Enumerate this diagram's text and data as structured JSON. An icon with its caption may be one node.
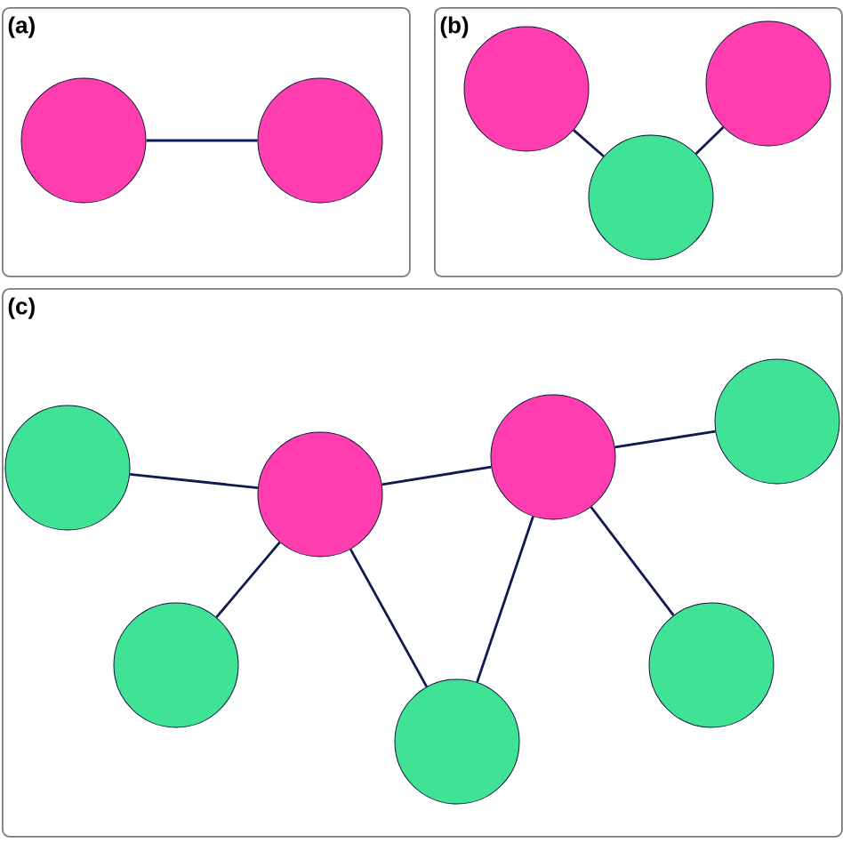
{
  "diagram": {
    "nodes": [
      {
        "text": [
          "(a)"
        ]
      },
      {
        "text": [],
        "shape": "circle",
        "in": 0
      },
      {
        "text": [],
        "shape": "circle",
        "in": 0
      },
      {
        "text": [
          "(b)"
        ]
      },
      {
        "text": [],
        "shape": "circle",
        "in": 3
      },
      {
        "text": [],
        "shape": "circle",
        "in": 3
      },
      {
        "text": [],
        "shape": "circle",
        "in": 3
      },
      {
        "text": [
          "(c)"
        ]
      },
      {
        "text": [],
        "shape": "circle",
        "in": 7
      },
      {
        "text": [],
        "shape": "circle",
        "in": 7
      },
      {
        "text": [],
        "shape": "circle",
        "in": 7
      },
      {
        "text": [],
        "shape": "circle",
        "in": 7
      },
      {
        "text": [],
        "shape": "circle",
        "in": 7
      },
      {
        "text": [],
        "shape": "circle",
        "in": 7
      },
      {
        "text": [],
        "shape": "circle",
        "in": 7
      }
    ],
    "edges": [
      {
        "from": 1,
        "to": 2,
        "arrow": "none"
      },
      {
        "from": 4,
        "to": 6,
        "arrow": "none"
      },
      {
        "from": 5,
        "to": 6,
        "arrow": "none"
      },
      {
        "from": 8,
        "to": 9,
        "arrow": "none"
      },
      {
        "from": 9,
        "to": 10,
        "arrow": "none"
      },
      {
        "from": 10,
        "to": 11,
        "arrow": "none"
      },
      {
        "from": 9,
        "to": 12,
        "arrow": "none"
      },
      {
        "from": 9,
        "to": 13,
        "arrow": "none"
      },
      {
        "from": 10,
        "to": 13,
        "arrow": "none"
      },
      {
        "from": 10,
        "to": 14,
        "arrow": "none"
      }
    ]
  }
}
